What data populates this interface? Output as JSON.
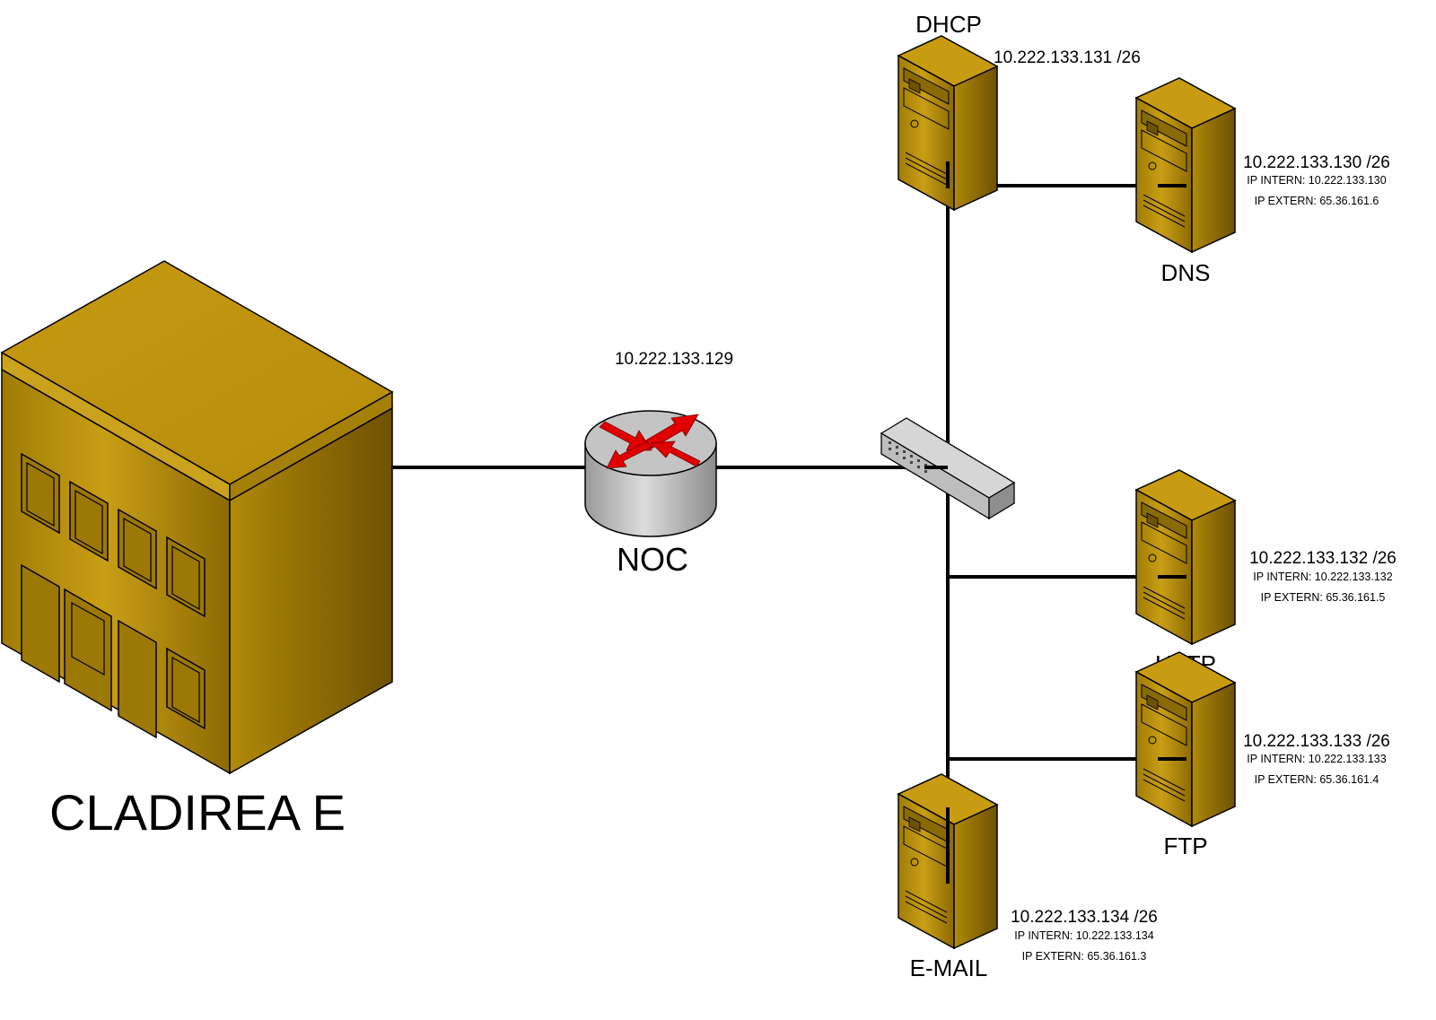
{
  "building": {
    "label": "CLADIREA E"
  },
  "router": {
    "label": "NOC",
    "ip": "10.222.133.129"
  },
  "servers": {
    "dhcp": {
      "label": "DHCP",
      "ip": "10.222.133.131 /26"
    },
    "dns": {
      "label": "DNS",
      "ip": "10.222.133.130 /26",
      "intern": "IP INTERN: 10.222.133.130",
      "extern": "IP EXTERN: 65.36.161.6"
    },
    "http": {
      "label": "HTTP",
      "ip": "10.222.133.132 /26",
      "intern": "IP INTERN: 10.222.133.132",
      "extern": "IP EXTERN: 65.36.161.5"
    },
    "ftp": {
      "label": "FTP",
      "ip": "10.222.133.133 /26",
      "intern": "IP INTERN: 10.222.133.133",
      "extern": "IP EXTERN: 65.36.161.4"
    },
    "email": {
      "label": "E-MAIL",
      "ip": "10.222.133.134 /26",
      "intern": "IP INTERN: 10.222.133.134",
      "extern": "IP EXTERN: 65.36.161.3"
    }
  },
  "colors": {
    "gold": "#b8900a",
    "router_body": "#bcbcbc",
    "router_arrows": "#e00000",
    "switch_body": "#c8c8c8",
    "link": "#000000"
  },
  "icons": {
    "building": "building-icon",
    "router": "router-icon",
    "switch": "switch-icon",
    "server": "server-icon"
  }
}
